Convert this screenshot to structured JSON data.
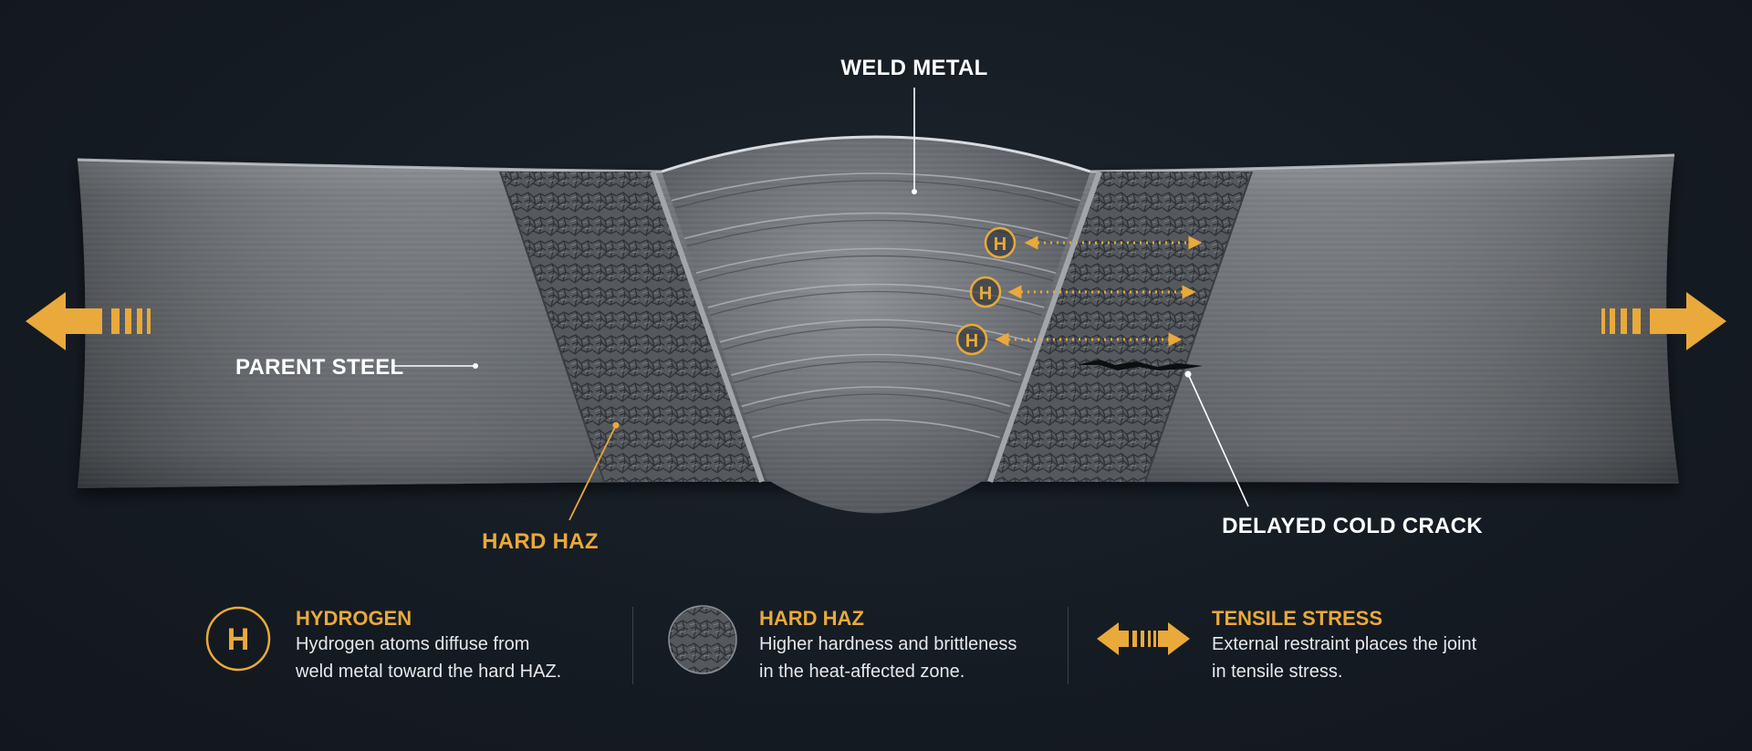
{
  "callouts": {
    "weld_metal": "WELD METAL",
    "parent_steel": "PARENT STEEL",
    "hard_haz": "HARD HAZ",
    "delayed_cold_crack": "DELAYED COLD CRACK"
  },
  "hydrogen_symbol": "H",
  "legend": {
    "hydrogen": {
      "title": "HYDROGEN",
      "line1": "Hydrogen atoms diffuse from",
      "line2": "weld metal toward the hard HAZ.",
      "symbol": "H"
    },
    "hard_haz": {
      "title": "HARD HAZ",
      "line1": "Higher hardness and brittleness",
      "line2": "in the heat-affected zone."
    },
    "tensile_stress": {
      "title": "TENSILE STRESS",
      "line1": "External restraint places the joint",
      "line2": "in tensile stress."
    }
  },
  "colors": {
    "accent": "#e9a93b",
    "background": "#161c24",
    "steel": "#6f7378",
    "label": "#ffffff"
  }
}
